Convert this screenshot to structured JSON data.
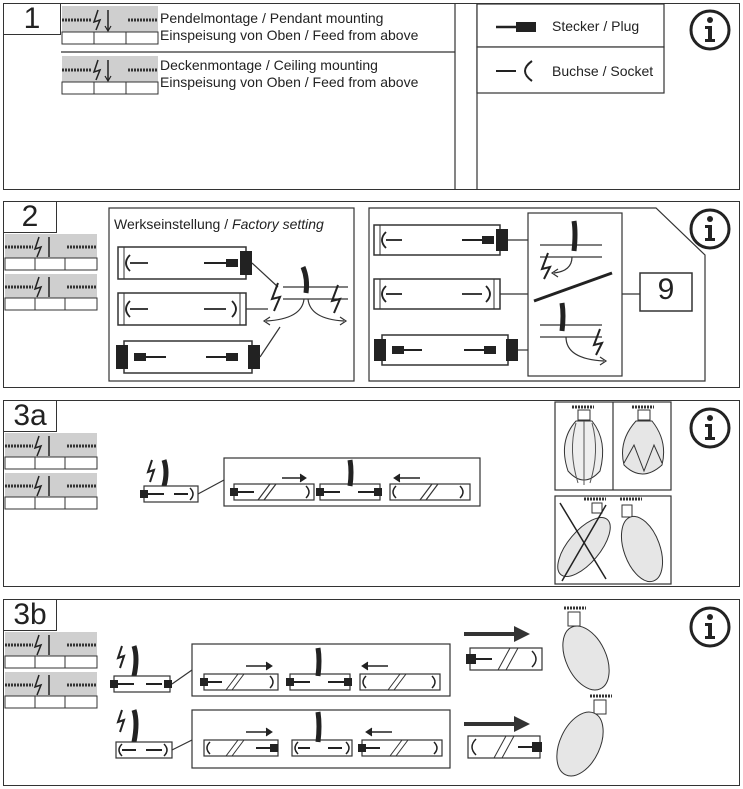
{
  "colors": {
    "line": "#333333",
    "fill": "#ffffff",
    "gray": "#cfcfcf",
    "dark": "#222222"
  },
  "step1": {
    "number": "1",
    "pendant_line1": "Pendelmontage / Pendant mounting",
    "pendant_line2": "Einspeisung von Oben / Feed from above",
    "ceiling_line1": "Deckenmontage / Ceiling mounting",
    "ceiling_line2": "Einspeisung von Oben / Feed from above",
    "plug_label": "Stecker / Plug",
    "socket_label": "Buchse / Socket",
    "info_icon": "info-icon"
  },
  "step2": {
    "number": "2",
    "factory_label_de": "Werkseinstellung / ",
    "factory_label_en": "Factory setting",
    "callout_number": "9",
    "info_icon": "info-icon"
  },
  "step3a": {
    "number": "3a",
    "info_icon": "info-icon"
  },
  "step3b": {
    "number": "3b",
    "info_icon": "info-icon"
  }
}
